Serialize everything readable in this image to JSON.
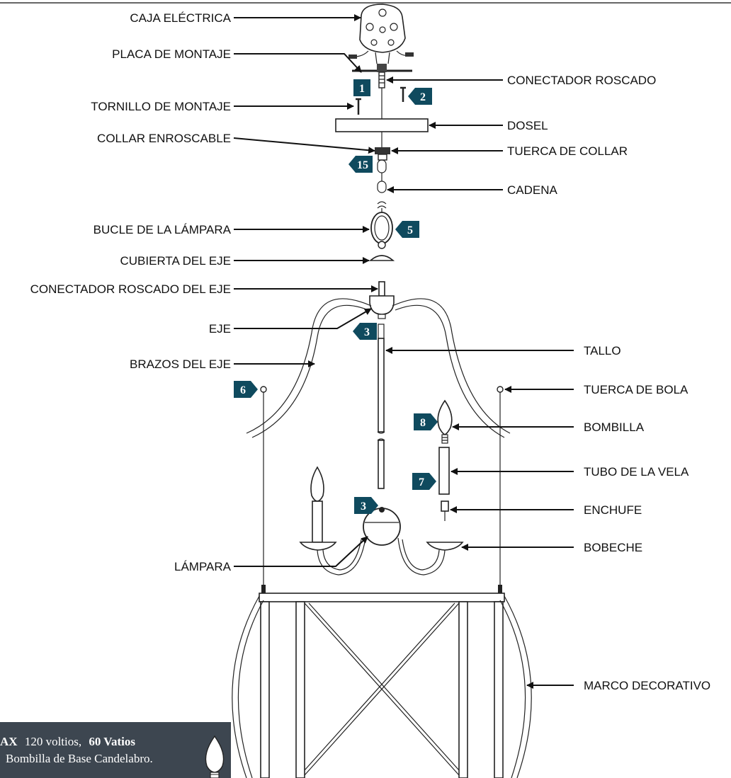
{
  "labels": {
    "caja_electrica": "CAJA ELÉCTRICA",
    "placa_montaje": "PLACA DE MONTAJE",
    "tornillo_montaje": "TORNILLO DE MONTAJE",
    "collar_enroscable": "COLLAR ENROSCABLE",
    "bucle_lampara": "BUCLE DE LA LÁMPARA",
    "cubierta_eje": "CUBIERTA DEL EJE",
    "conectador_roscado_eje": "CONECTADOR ROSCADO DEL EJE",
    "eje": "EJE",
    "brazos_eje": "BRAZOS DEL EJE",
    "lampara": "LÁMPARA",
    "conectador_roscado": "CONECTADOR ROSCADO",
    "dosel": "DOSEL",
    "tuerca_collar": "TUERCA DE COLLAR",
    "cadena": "CADENA",
    "tallo": "TALLO",
    "tuerca_bola": "TUERCA DE BOLA",
    "bombilla": "BOMBILLA",
    "tubo_vela": "TUBO DE LA VELA",
    "enchufe": "ENCHUFE",
    "bobeche": "BOBECHE",
    "marco_decorativo": "MARCO DECORATIVO"
  },
  "badges": {
    "b1": "1",
    "b2": "2",
    "b15": "15",
    "b5": "5",
    "b3_eje": "3",
    "b6": "6",
    "b8": "8",
    "b7": "7",
    "b3_lampara": "3"
  },
  "note": {
    "prefix": "AX",
    "voltage": "120 voltios,",
    "wattage": "60 Vatios",
    "bulb_type": "Bombilla de Base Candelabro."
  },
  "colors": {
    "badge": "#0f4a5e",
    "note_bg": "#3d4650"
  }
}
